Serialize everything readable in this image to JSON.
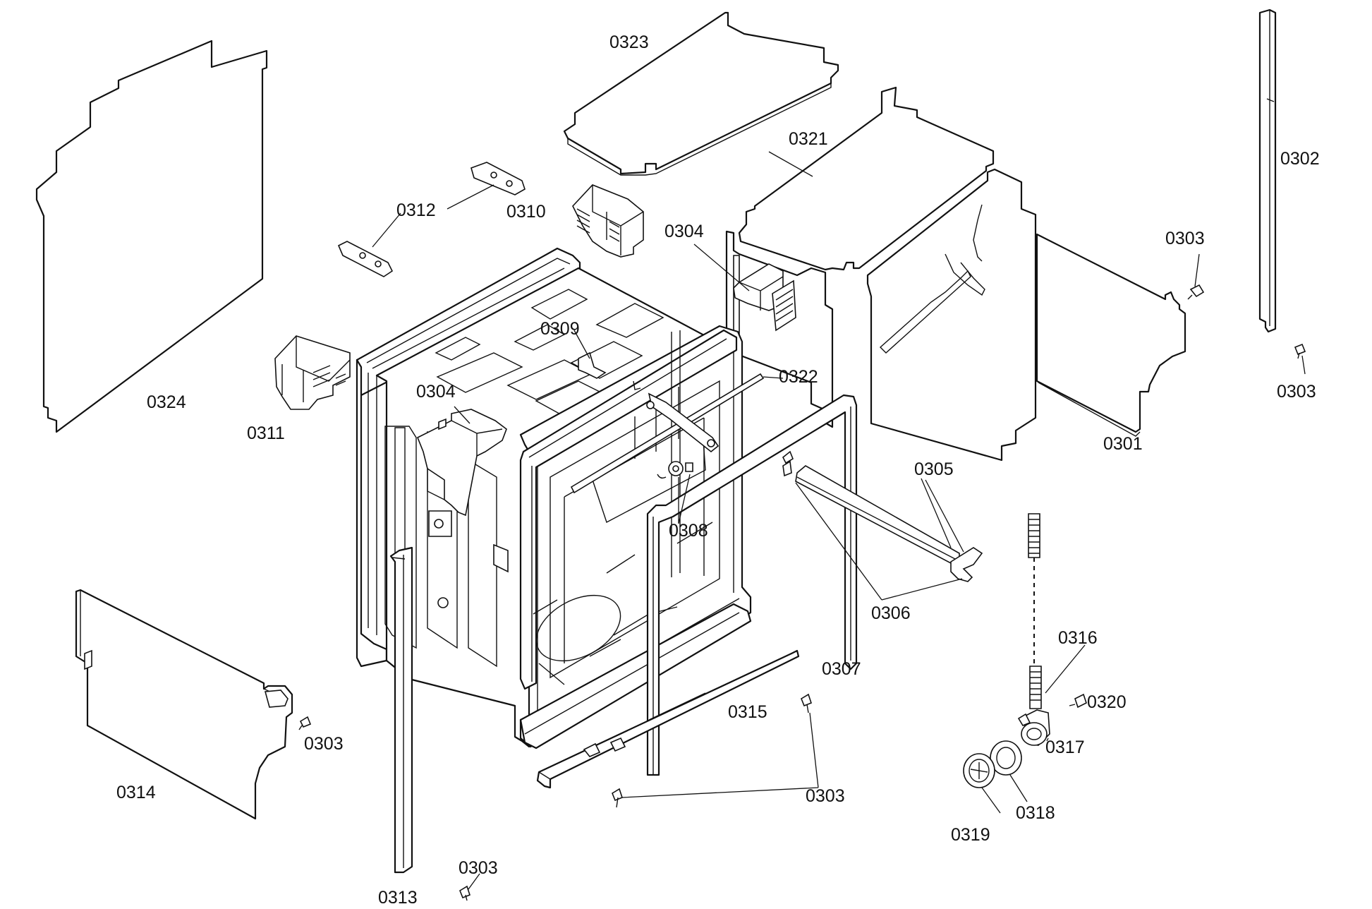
{
  "labels": {
    "p0301": "0301",
    "p0302": "0302",
    "p0303_a": "0303",
    "p0303_b": "0303",
    "p0303_c": "0303",
    "p0303_d": "0303",
    "p0303_e": "0303",
    "p0304_a": "0304",
    "p0304_b": "0304",
    "p0305": "0305",
    "p0306": "0306",
    "p0307": "0307",
    "p0308": "0308",
    "p0309": "0309",
    "p0310": "0310",
    "p0311": "0311",
    "p0312": "0312",
    "p0313": "0313",
    "p0314": "0314",
    "p0315": "0315",
    "p0316": "0316",
    "p0317": "0317",
    "p0318": "0318",
    "p0319": "0319",
    "p0320": "0320",
    "p0321": "0321",
    "p0322": "0322",
    "p0323": "0323",
    "p0324": "0324"
  }
}
